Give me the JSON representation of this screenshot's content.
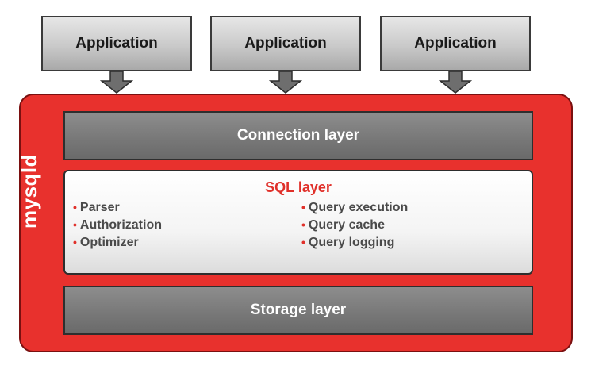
{
  "applications": [
    {
      "label": "Application"
    },
    {
      "label": "Application"
    },
    {
      "label": "Application"
    }
  ],
  "mysqld": {
    "label": "mysqld",
    "color": "#e8312d"
  },
  "connection_layer": {
    "label": "Connection layer"
  },
  "sql_layer": {
    "title": "SQL layer",
    "title_color": "#e0302a",
    "left_items": [
      "Parser",
      "Authorization",
      "Optimizer"
    ],
    "right_items": [
      "Query execution",
      "Query cache",
      "Query logging"
    ]
  },
  "storage_layer": {
    "label": "Storage layer"
  },
  "bullet_symbol": "•"
}
